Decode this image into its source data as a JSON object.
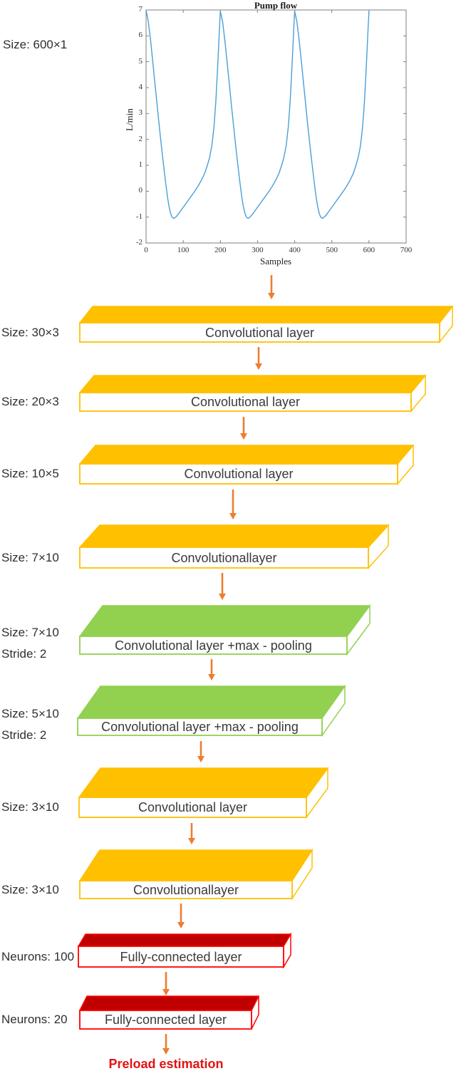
{
  "chart": {
    "title": "Pump flow",
    "ylabel": "L/min",
    "xlabel": "Samples",
    "input_size_label": "Size: 600×1"
  },
  "chart_data": {
    "type": "line",
    "title": "Pump flow",
    "xlabel": "Samples",
    "ylabel": "L/min",
    "xlim": [
      0,
      700
    ],
    "ylim": [
      -2,
      7
    ],
    "x_ticks": [
      0,
      100,
      200,
      300,
      400,
      500,
      600,
      700
    ],
    "y_ticks": [
      -2,
      -1,
      0,
      1,
      2,
      3,
      4,
      5,
      6,
      7
    ],
    "grid": false,
    "legend": "none",
    "line_color": "#4a9fd8",
    "series_name": "Pump flow (L/min) vs Samples, 3 periods of 200 samples, range -1 to 7",
    "points": [
      [
        0,
        7.0
      ],
      [
        6,
        6.55
      ],
      [
        12,
        5.85
      ],
      [
        18,
        5.0
      ],
      [
        24,
        4.15
      ],
      [
        30,
        3.3
      ],
      [
        36,
        2.45
      ],
      [
        42,
        1.65
      ],
      [
        48,
        0.9
      ],
      [
        53,
        0.3
      ],
      [
        58,
        -0.25
      ],
      [
        62,
        -0.6
      ],
      [
        66,
        -0.85
      ],
      [
        70,
        -1.0
      ],
      [
        75,
        -1.05
      ],
      [
        82,
        -0.97
      ],
      [
        90,
        -0.82
      ],
      [
        100,
        -0.62
      ],
      [
        110,
        -0.42
      ],
      [
        120,
        -0.22
      ],
      [
        130,
        -0.02
      ],
      [
        140,
        0.2
      ],
      [
        150,
        0.45
      ],
      [
        158,
        0.7
      ],
      [
        165,
        1.0
      ],
      [
        171,
        1.3
      ],
      [
        177,
        1.75
      ],
      [
        183,
        2.5
      ],
      [
        188,
        3.5
      ],
      [
        192,
        4.6
      ],
      [
        195,
        5.5
      ],
      [
        198,
        6.4
      ],
      [
        200,
        6.95
      ],
      [
        206,
        6.55
      ],
      [
        212,
        5.85
      ],
      [
        218,
        5.0
      ],
      [
        224,
        4.15
      ],
      [
        230,
        3.3
      ],
      [
        236,
        2.45
      ],
      [
        242,
        1.65
      ],
      [
        248,
        0.9
      ],
      [
        253,
        0.3
      ],
      [
        258,
        -0.25
      ],
      [
        262,
        -0.6
      ],
      [
        266,
        -0.85
      ],
      [
        270,
        -1.0
      ],
      [
        275,
        -1.05
      ],
      [
        282,
        -0.97
      ],
      [
        290,
        -0.82
      ],
      [
        300,
        -0.62
      ],
      [
        310,
        -0.42
      ],
      [
        320,
        -0.22
      ],
      [
        330,
        -0.02
      ],
      [
        340,
        0.2
      ],
      [
        350,
        0.45
      ],
      [
        358,
        0.7
      ],
      [
        365,
        1.0
      ],
      [
        371,
        1.3
      ],
      [
        377,
        1.75
      ],
      [
        383,
        2.5
      ],
      [
        388,
        3.5
      ],
      [
        392,
        4.6
      ],
      [
        395,
        5.5
      ],
      [
        398,
        6.4
      ],
      [
        400,
        6.95
      ],
      [
        406,
        6.55
      ],
      [
        412,
        5.85
      ],
      [
        418,
        5.0
      ],
      [
        424,
        4.15
      ],
      [
        430,
        3.3
      ],
      [
        436,
        2.45
      ],
      [
        442,
        1.65
      ],
      [
        448,
        0.9
      ],
      [
        453,
        0.3
      ],
      [
        458,
        -0.25
      ],
      [
        462,
        -0.6
      ],
      [
        466,
        -0.85
      ],
      [
        470,
        -1.0
      ],
      [
        475,
        -1.05
      ],
      [
        482,
        -0.97
      ],
      [
        490,
        -0.82
      ],
      [
        500,
        -0.62
      ],
      [
        510,
        -0.42
      ],
      [
        520,
        -0.22
      ],
      [
        530,
        -0.02
      ],
      [
        540,
        0.2
      ],
      [
        550,
        0.45
      ],
      [
        558,
        0.7
      ],
      [
        565,
        1.0
      ],
      [
        571,
        1.3
      ],
      [
        577,
        1.75
      ],
      [
        583,
        2.5
      ],
      [
        588,
        3.5
      ],
      [
        592,
        4.6
      ],
      [
        595,
        5.5
      ],
      [
        598,
        6.4
      ],
      [
        600,
        6.95
      ]
    ]
  },
  "layers": [
    {
      "label": "Convolutional layer",
      "side_label": [
        "Size: 30×3"
      ],
      "kind": "conv"
    },
    {
      "label": "Convolutional layer",
      "side_label": [
        "Size: 20×3"
      ],
      "kind": "conv"
    },
    {
      "label": "Convolutional layer",
      "side_label": [
        "Size: 10×5"
      ],
      "kind": "conv"
    },
    {
      "label": "Convolutionallayer",
      "side_label": [
        "Size: 7×10"
      ],
      "kind": "conv"
    },
    {
      "label": "Convolutional layer +max - pooling",
      "side_label": [
        "Size: 7×10",
        "Stride: 2"
      ],
      "kind": "pool"
    },
    {
      "label": "Convolutional layer +max - pooling",
      "side_label": [
        "Size: 5×10",
        "Stride: 2"
      ],
      "kind": "pool"
    },
    {
      "label": "Convolutional layer",
      "side_label": [
        "Size: 3×10"
      ],
      "kind": "conv"
    },
    {
      "label": "Convolutionallayer",
      "side_label": [
        "Size: 3×10"
      ],
      "kind": "conv"
    },
    {
      "label": "Fully-connected layer",
      "side_label": [
        "Neurons: 100"
      ],
      "kind": "fc"
    },
    {
      "label": "Fully-connected layer",
      "side_label": [
        "Neurons: 20"
      ],
      "kind": "fc"
    }
  ],
  "output_label": "Preload estimation",
  "colors": {
    "conv_fill": "#FFC000",
    "conv_stroke": "#FFC000",
    "pool_fill": "#92D050",
    "pool_stroke": "#92D050",
    "fc_fill": "#C00000",
    "fc_stroke": "#FF0000",
    "arrow": "#ED7D31",
    "output_text": "#E51212",
    "axis": "#7f7f7f"
  }
}
